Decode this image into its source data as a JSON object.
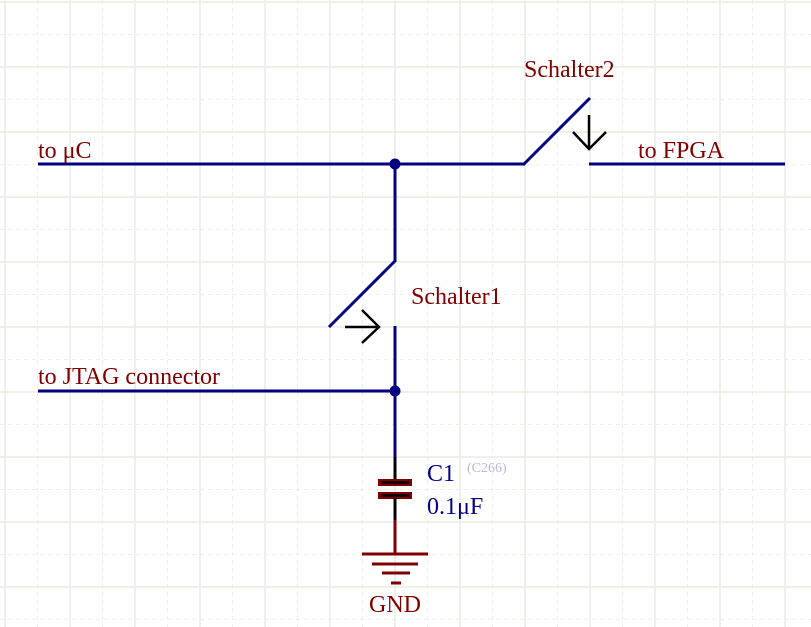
{
  "nets": {
    "uc": "to μC",
    "fpga": "to FPGA",
    "jtag": "to JTAG connector",
    "gnd": "GND"
  },
  "components": {
    "switch1": {
      "designator": "Schalter1"
    },
    "switch2": {
      "designator": "Schalter2"
    },
    "capacitor": {
      "designator": "C1",
      "comment": "(C266)",
      "value": "0.1μF"
    }
  },
  "colors": {
    "wire": "#000080",
    "net_label": "#800000",
    "designator": "#00008b",
    "comment": "#b8bcd8",
    "grid": "#ecebe4"
  }
}
